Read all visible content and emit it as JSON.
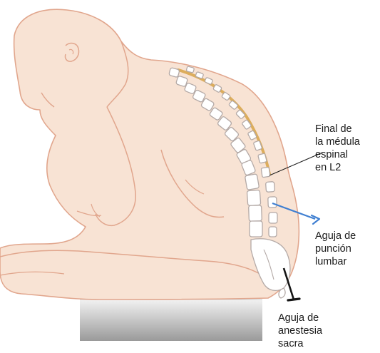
{
  "labels": {
    "conus": [
      "Final de",
      "la médula",
      "espinal",
      "en L2"
    ],
    "lumbar_needle": [
      "Aguja de",
      "punción",
      "lumbar"
    ],
    "sacral_needle": [
      "Aguja de",
      "anestesia",
      "sacra"
    ]
  },
  "colors": {
    "skin_fill": "#f8e3d4",
    "skin_outline": "#e1a68d",
    "vertebra_fill": "#ffffff",
    "vertebra_outline": "#b3a9a6",
    "spinal_cord": "#dcad5c",
    "lumbar_needle": "#3f7fd1",
    "sacral_needle": "#151515",
    "seat_top": "#f2f2f2",
    "seat_bottom": "#9a9a9a",
    "text": "#1a1a1a"
  }
}
